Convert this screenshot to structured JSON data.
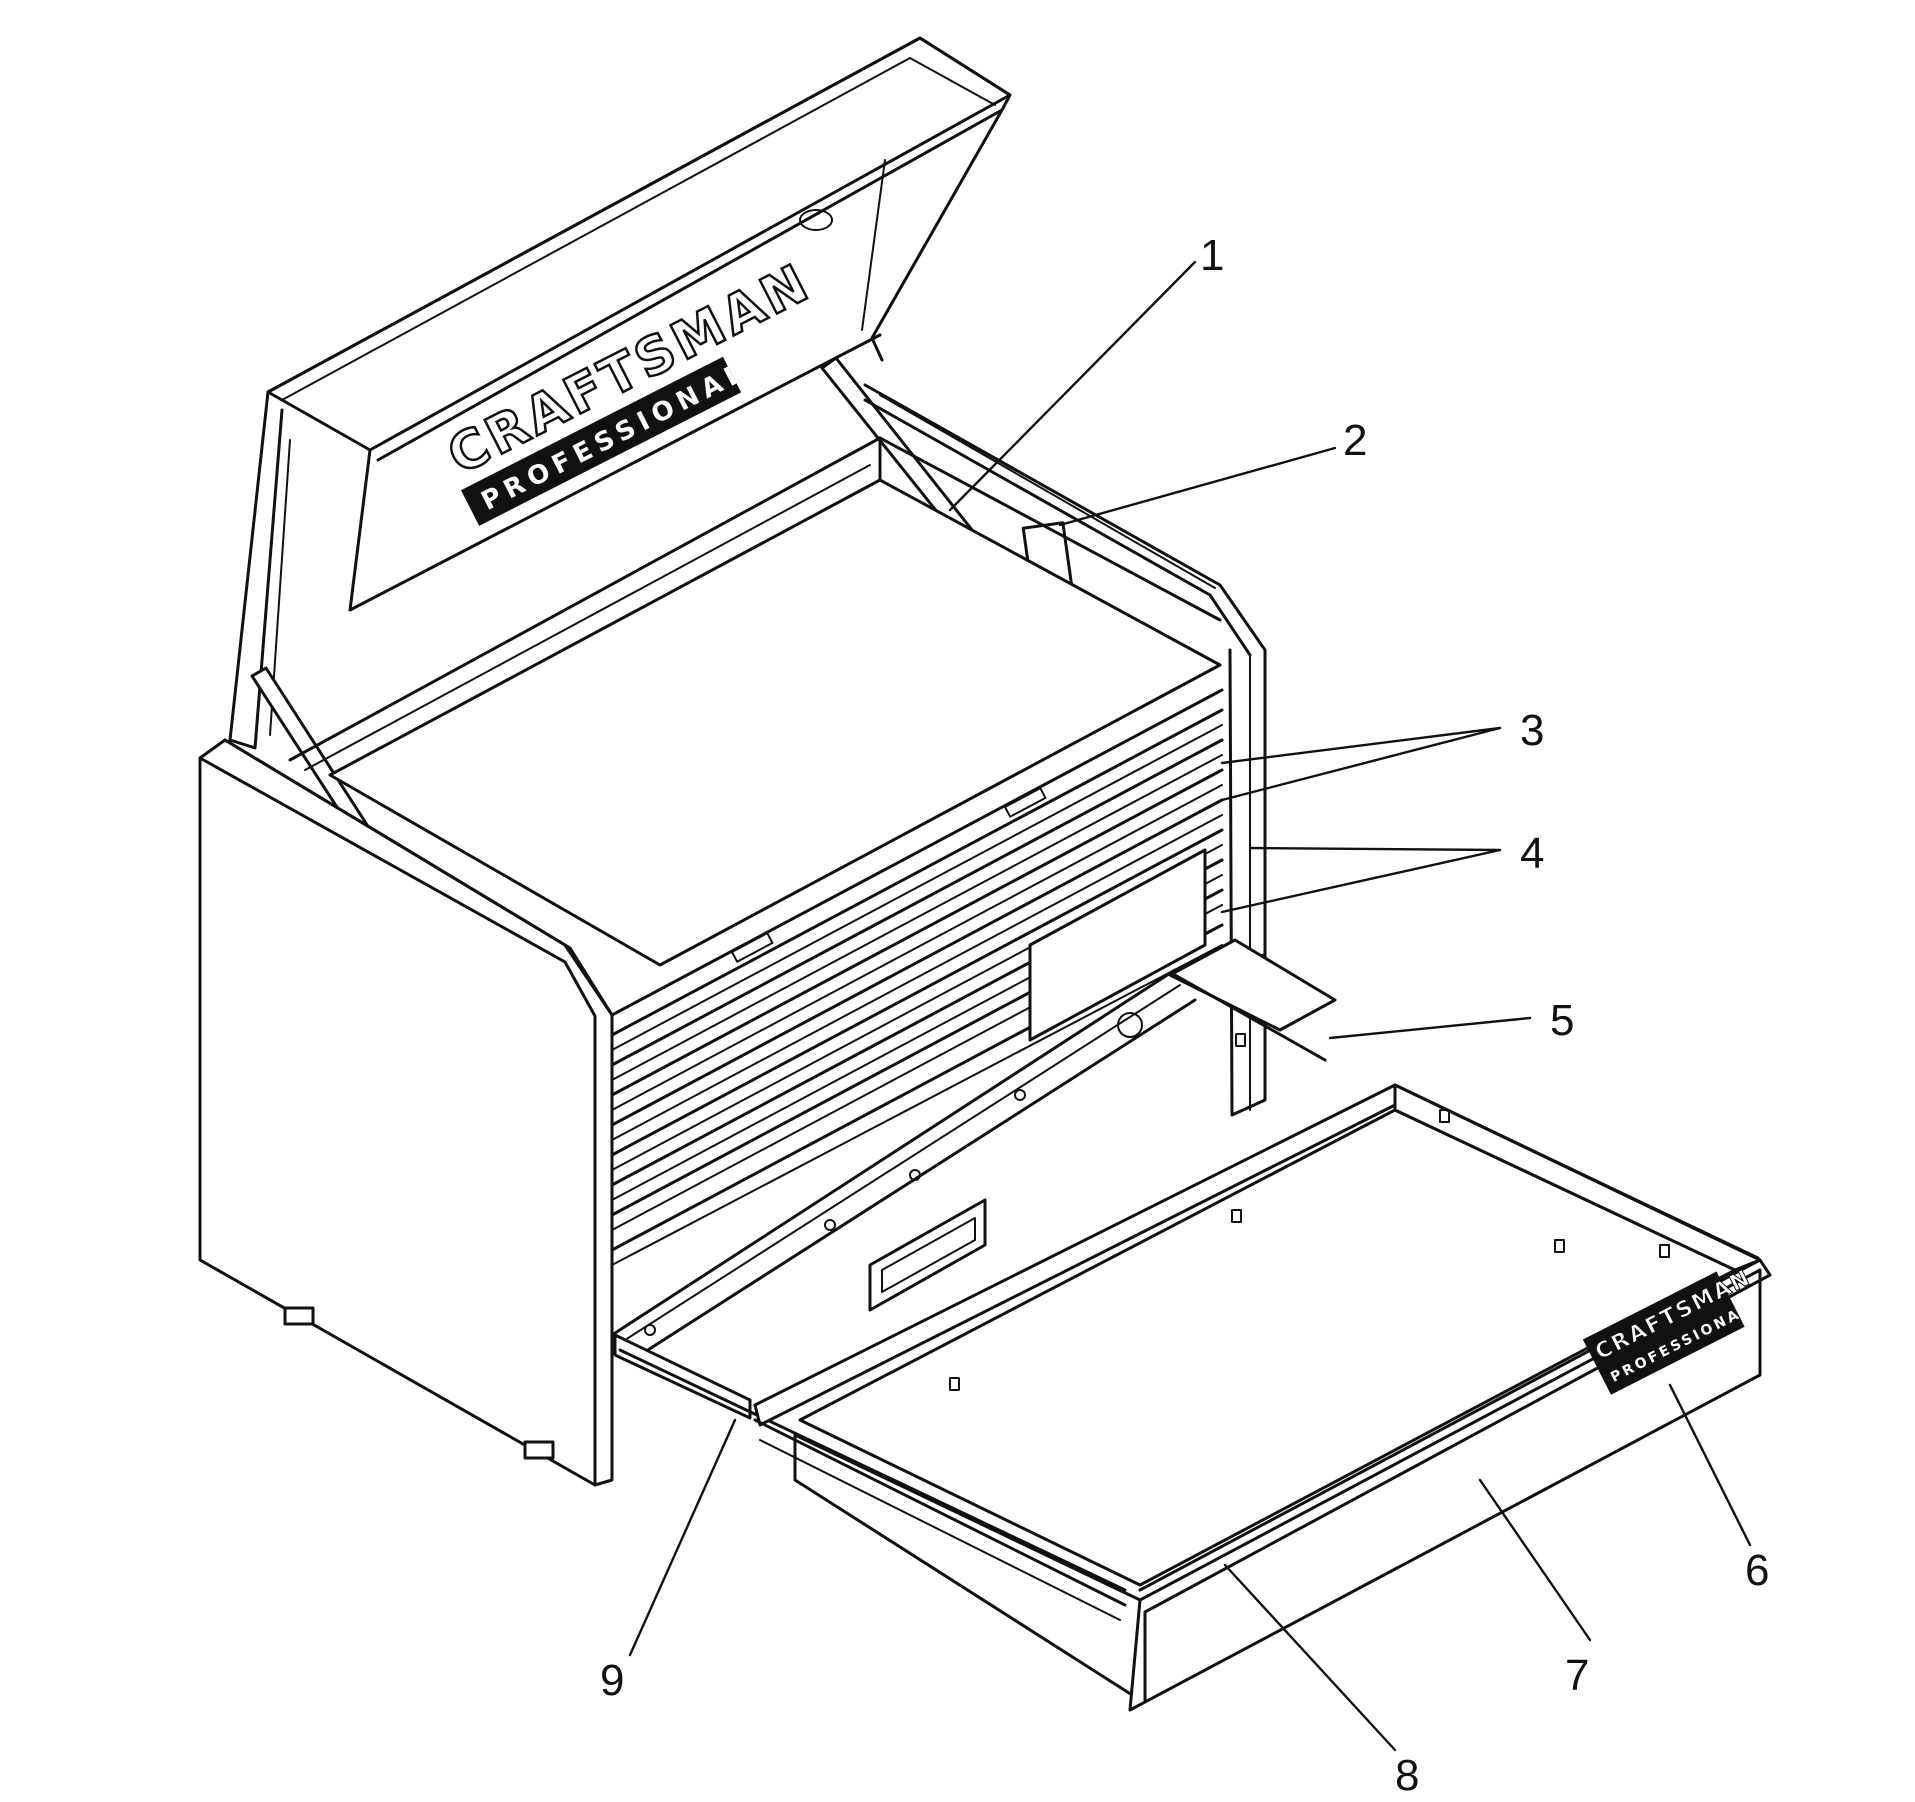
{
  "logos": {
    "lid_brand": "CRAFTSMAN",
    "lid_sub": "PROFESSIONAL",
    "drawer_brand": "CRAFTSMAN",
    "drawer_sub": "PROFESSIONAL"
  },
  "callouts": [
    "1",
    "2",
    "3",
    "4",
    "5",
    "6",
    "7",
    "8",
    "9"
  ]
}
